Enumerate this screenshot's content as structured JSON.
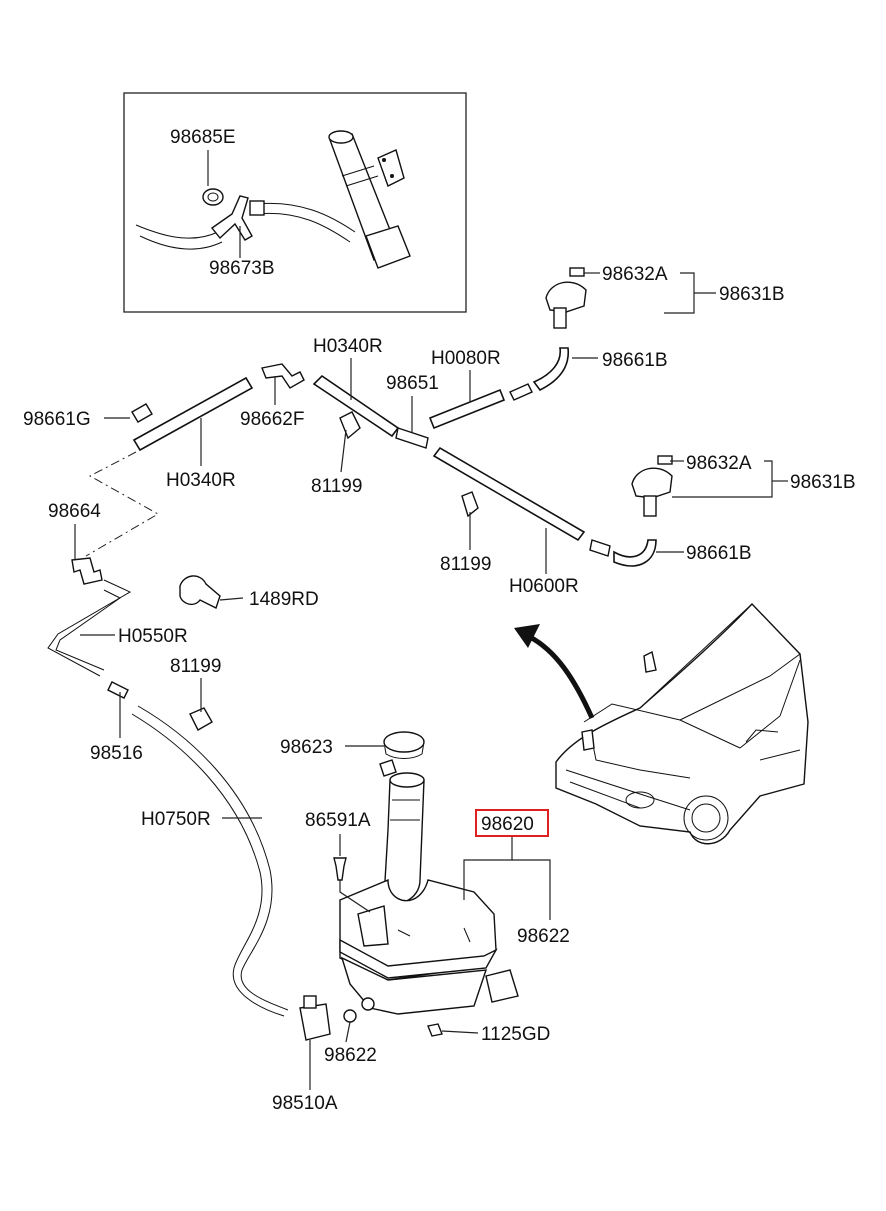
{
  "labels": {
    "p98685E": "98685E",
    "p98673B": "98673B",
    "p98632A_1": "98632A",
    "p98631B_1": "98631B",
    "pH0340R_1": "H0340R",
    "pH0080R": "H0080R",
    "p98661B_1": "98661B",
    "p98661G": "98661G",
    "p98662F": "98662F",
    "p98651": "98651",
    "pH0340R_2": "H0340R",
    "p81199_1": "81199",
    "p98632A_2": "98632A",
    "p98631B_2": "98631B",
    "p98664": "98664",
    "p81199_2": "81199",
    "p98661B_2": "98661B",
    "pH0600R": "H0600R",
    "p1489RD": "1489RD",
    "pH0550R": "H0550R",
    "p81199_3": "81199",
    "p98516": "98516",
    "p98623": "98623",
    "pH0750R": "H0750R",
    "p86591A": "86591A",
    "p98620": "98620",
    "p98622_1": "98622",
    "p98622_2": "98622",
    "p1125GD": "1125GD",
    "p98510A": "98510A"
  },
  "highlight_color": "#e02020"
}
